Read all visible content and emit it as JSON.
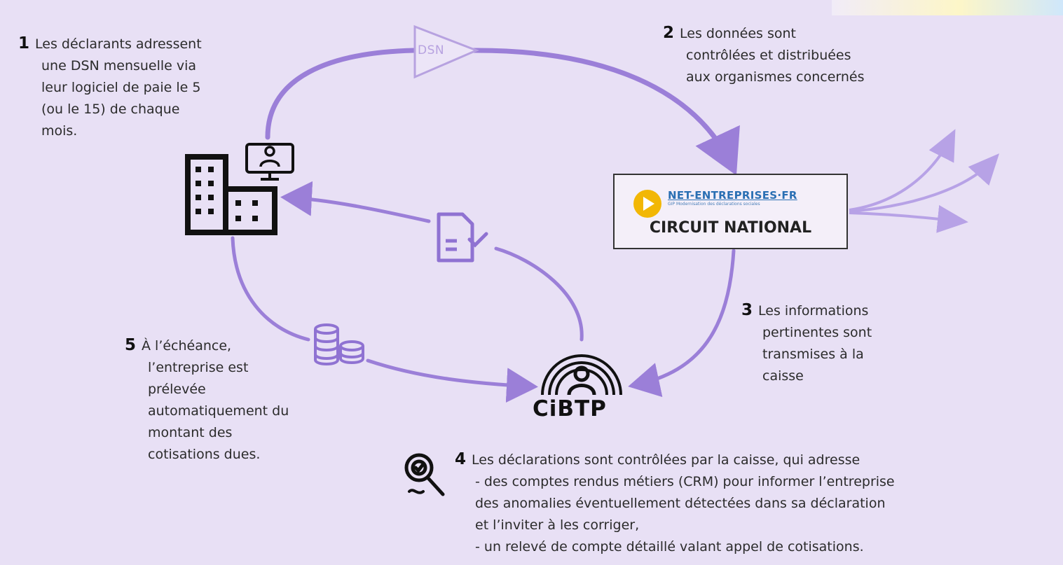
{
  "steps": {
    "s1": {
      "num": "1",
      "lines": [
        "Les déclarants adressent",
        "une DSN mensuelle via",
        "leur logiciel de paie le 5",
        "(ou le 15) de chaque",
        "mois."
      ]
    },
    "s2": {
      "num": "2",
      "lines": [
        "Les données sont",
        "contrôlées et distribuées",
        "aux organismes concernés"
      ]
    },
    "s3": {
      "num": "3",
      "lines": [
        "Les informations",
        "pertinentes sont",
        "transmises à la",
        "caisse"
      ]
    },
    "s4": {
      "num": "4",
      "lines": [
        "Les déclarations sont contrôlées par la caisse, qui adresse",
        "- des comptes rendus métiers (CRM) pour informer l’entreprise",
        "des anomalies éventuellement détectées dans sa déclaration",
        "et l’inviter à les corriger,",
        "- un relevé de compte détaillé valant appel de cotisations."
      ]
    },
    "s5": {
      "num": "5",
      "lines": [
        "À l’échéance,",
        "l’entreprise est",
        "prélevée",
        "automatiquement du",
        "montant des",
        "cotisations dues."
      ]
    }
  },
  "dsn_label": "DSN",
  "net_entreprises": {
    "name": "NET-ENTREPRISES·FR",
    "subtitle": "GIP Modernisation des déclarations sociales",
    "circuit": "CIRCUIT NATIONAL"
  },
  "cibtp_label": "CiBTP",
  "colors": {
    "background": "#e8e0f5",
    "arrow": "#9b7fd8",
    "icon": "#8f72d2",
    "logo_play": "#f2b705",
    "logo_text": "#2a6fb3"
  },
  "icons": [
    "building-icon",
    "person-monitor-icon",
    "document-check-icon",
    "coins-icon",
    "cibtp-logo-icon",
    "search-check-icon",
    "net-entreprises-play-icon"
  ]
}
